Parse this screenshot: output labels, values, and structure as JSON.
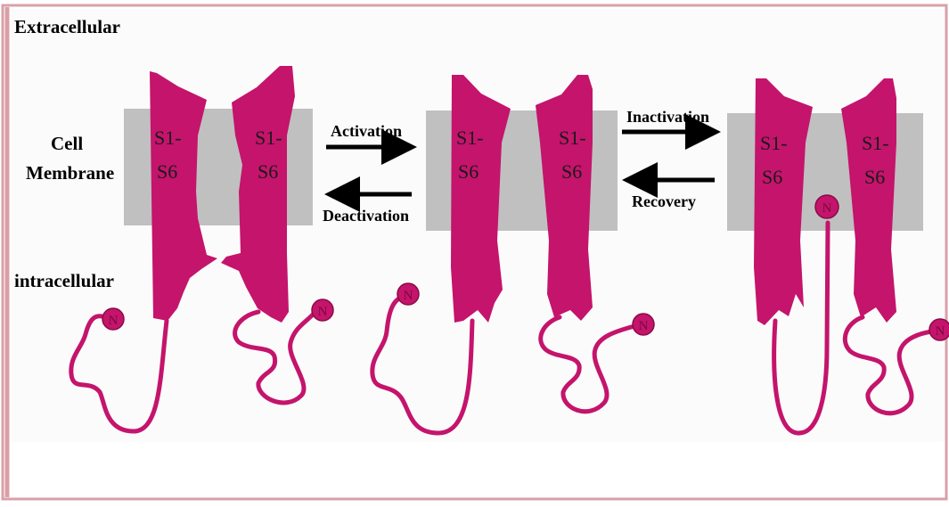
{
  "labels": {
    "extracellular": "Extracellular",
    "cell_membrane_line1": "Cell",
    "cell_membrane_line2": "Membrane",
    "intracellular": "intracellular"
  },
  "channels": [
    {
      "state": "closed",
      "left_subunit": {
        "line1": "S1-",
        "line2": "S6"
      },
      "right_subunit": {
        "line1": "S1-",
        "line2": "S6"
      },
      "left_ball": "N",
      "right_ball": "N"
    },
    {
      "state": "open",
      "left_subunit": {
        "line1": "S1-",
        "line2": "S6"
      },
      "right_subunit": {
        "line1": "S1-",
        "line2": "S6"
      },
      "left_ball": "N",
      "right_ball": "N"
    },
    {
      "state": "inactivated",
      "left_subunit": {
        "line1": "S1-",
        "line2": "S6"
      },
      "right_subunit": {
        "line1": "S1-",
        "line2": "S6"
      },
      "left_ball": "N",
      "right_ball": "N"
    }
  ],
  "transitions": {
    "activation": "Activation",
    "deactivation": "Deactivation",
    "inactivation": "Inactivation",
    "recovery": "Recovery"
  },
  "colors": {
    "protein": "#c4146c",
    "protein_dark": "#9e1056",
    "membrane": "#c0c0c0",
    "frame_border": "#d9a0a8",
    "background": "#fbfbfb"
  }
}
